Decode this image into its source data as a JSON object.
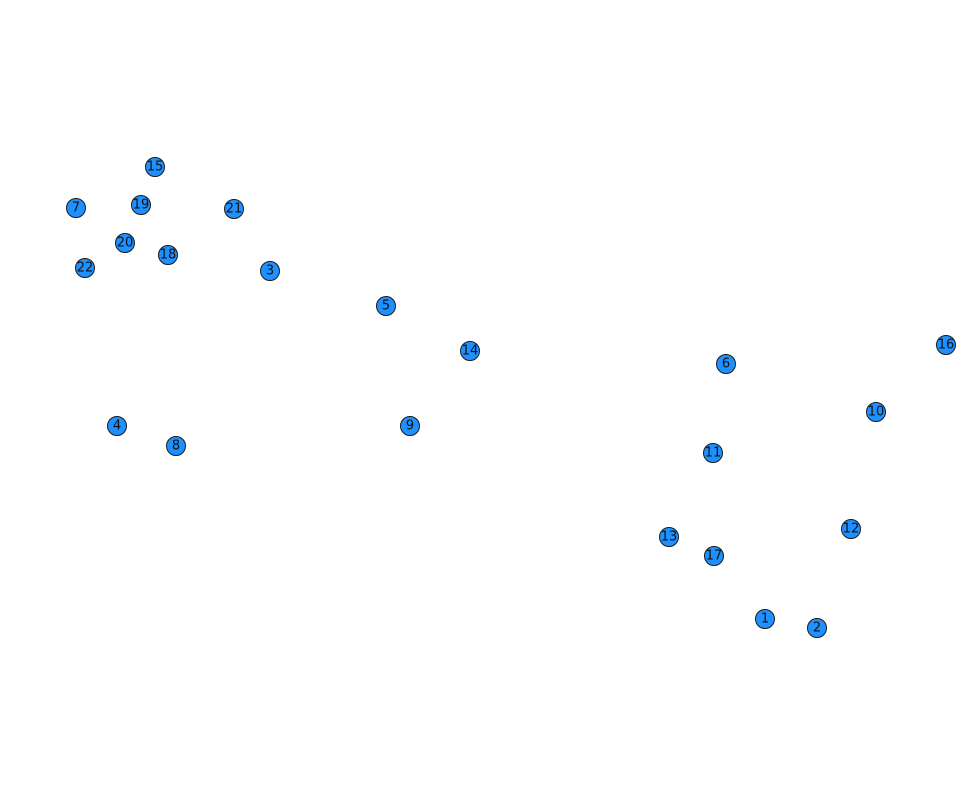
{
  "graph": {
    "node_color": "#1e90ff",
    "outline_color": "#1a1a1a",
    "label_color": "#111111",
    "nodes": [
      {
        "label": "1"
      },
      {
        "label": "2"
      },
      {
        "label": "3"
      },
      {
        "label": "4"
      },
      {
        "label": "5"
      },
      {
        "label": "6"
      },
      {
        "label": "7"
      },
      {
        "label": "8"
      },
      {
        "label": "9"
      },
      {
        "label": "10"
      },
      {
        "label": "11"
      },
      {
        "label": "12"
      },
      {
        "label": "13"
      },
      {
        "label": "14"
      },
      {
        "label": "15"
      },
      {
        "label": "16"
      },
      {
        "label": "17"
      },
      {
        "label": "18"
      },
      {
        "label": "19"
      },
      {
        "label": "20"
      },
      {
        "label": "21"
      },
      {
        "label": "22"
      }
    ]
  }
}
